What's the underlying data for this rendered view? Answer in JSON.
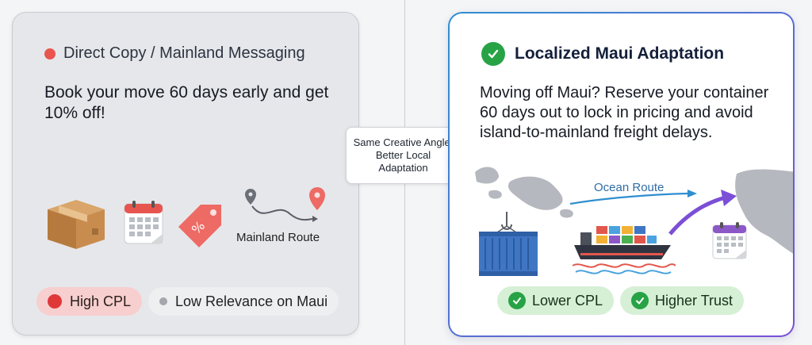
{
  "left_card": {
    "header": "Direct Copy / Mainland Messaging",
    "body": "Book your move 60 days early and get 10% off!",
    "route_label": "Mainland Route",
    "pills": {
      "high_cpl": "High CPL",
      "low_relevance": "Low Relevance on Maui"
    }
  },
  "callout": {
    "text": "Same Creative Angle, Better Local Adaptation"
  },
  "right_card": {
    "header": "Localized Maui Adaptation",
    "body": "Moving off Maui? Reserve your container 60 days out to lock in pricing and avoid island-to-mainland freight delays.",
    "ocean_label": "Ocean Route",
    "pills": {
      "lower_cpl": "Lower CPL",
      "higher_trust": "Higher Trust"
    }
  },
  "colors": {
    "negative": "#e9554e",
    "positive": "#27a346",
    "route_blue": "#2f8fd0",
    "route_purple": "#7b4fd6"
  },
  "icons": [
    "box-icon",
    "calendar-icon",
    "discount-tag-icon",
    "map-pin-icon",
    "container-icon",
    "cargo-ship-icon",
    "check-icon"
  ]
}
